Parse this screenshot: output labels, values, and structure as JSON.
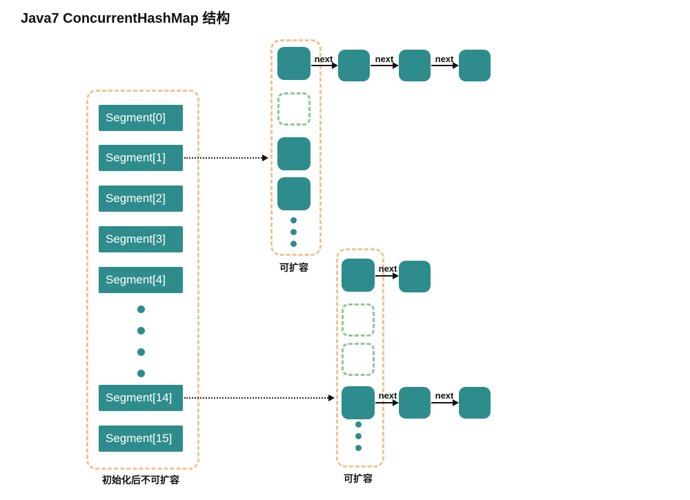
{
  "title": "Java7 ConcurrentHashMap 结构",
  "left_table": {
    "segments": [
      "Segment[0]",
      "Segment[1]",
      "Segment[2]",
      "Segment[3]",
      "Segment[4]",
      "Segment[14]",
      "Segment[15]"
    ],
    "caption": "初始化后不可扩容"
  },
  "bucket_top": {
    "caption": "可扩容"
  },
  "bucket_bottom": {
    "caption": "可扩容"
  },
  "labels": {
    "next": "next"
  },
  "colors": {
    "teal": "#2e8c8c",
    "orange_dashed": "#f0c48f",
    "green_dashed": "#8fc795",
    "text": "#111111"
  }
}
